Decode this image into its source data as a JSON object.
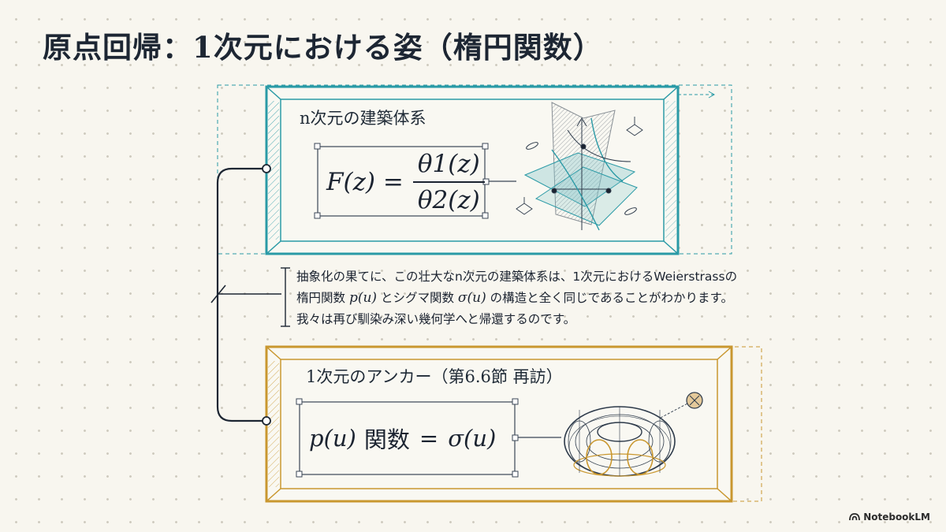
{
  "title": "原点回帰：1次元における姿（楕円関数）",
  "top_box": {
    "title": "n次元の建築体系",
    "formula": {
      "lhs": "F(z) =",
      "numerator": "θ1(z)",
      "denominator": "θ2(z)"
    },
    "color": "#2a9aa6"
  },
  "description": {
    "line1": "抽象化の果てに、この壮大なn次元の建築体系は、1次元におけるWeierstrassの",
    "line2_a": "楕円関数 ",
    "line2_math1": "p(u)",
    "line2_b": " とシグマ関数 ",
    "line2_math2": "σ(u)",
    "line2_c": " の構造と全く同じであることがわかります。",
    "line3": "我々は再び馴染み深い幾何学へと帰還するのです。"
  },
  "bottom_box": {
    "title": "1次元のアンカー（第6.6節 再訪）",
    "formula": {
      "p": "p(u)",
      "word": "関数",
      "eq": "=",
      "sigma": "σ(u)"
    },
    "color": "#c9972f"
  },
  "branding": {
    "logo_text": "NotebookLM",
    "icon": "notebooklm-logo-icon"
  }
}
